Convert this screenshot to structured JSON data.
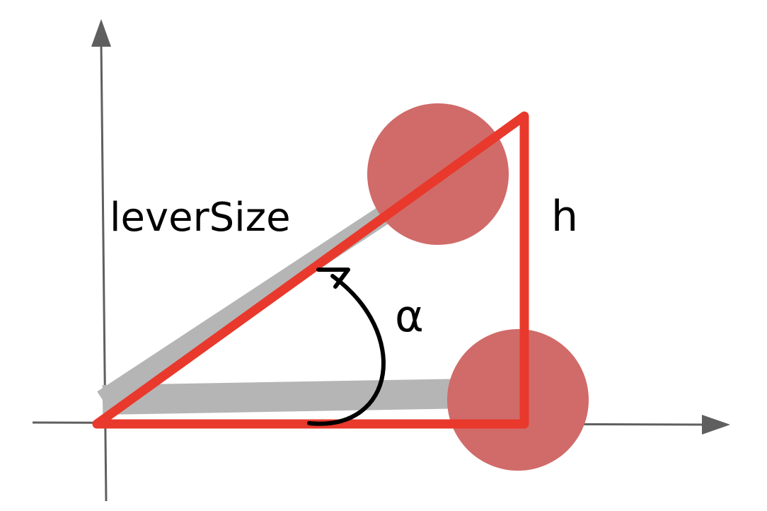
{
  "labels": {
    "lever_size": "leverSize",
    "height": "h",
    "angle": "α"
  },
  "colors": {
    "axis": "#5f5f5f",
    "lever": "#b5b5b5",
    "weight": "#d06b69",
    "triangle": "#e8392c",
    "angle_arc": "#000000",
    "background": "#ffffff"
  }
}
